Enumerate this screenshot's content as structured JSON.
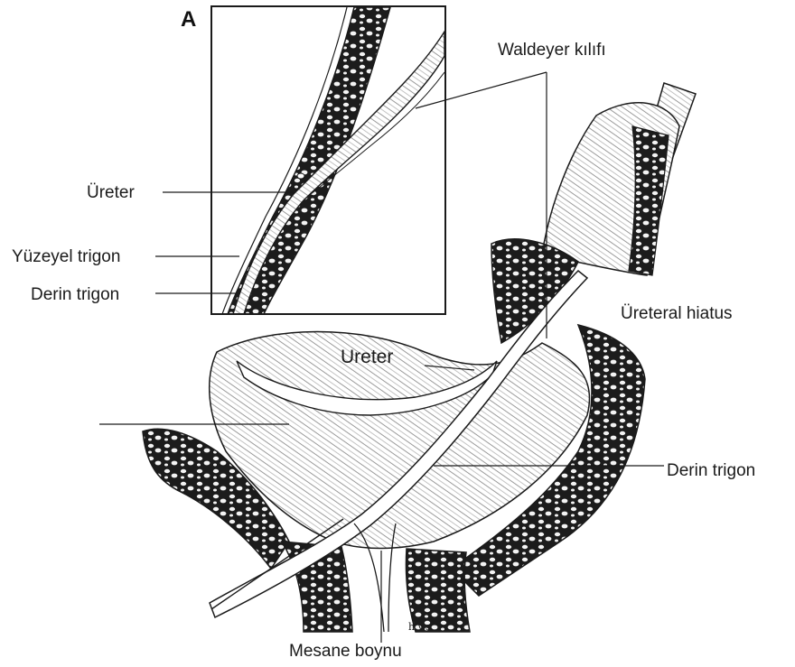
{
  "figure": {
    "panel_letter": "A",
    "labels": {
      "waldeyer": "Waldeyer kılıfı",
      "ureter_inset": "Üreter",
      "superficial_trigone": "Yüzeyel trigon",
      "deep_trigone_inset": "Derin trigon",
      "ureteral_hiatus": "Üreteral hiatus",
      "ureter_main": "Ureter",
      "deep_trigone_main": "Derin trigon",
      "bladder_neck": "Mesane boynu"
    },
    "signature": "h.v.s."
  },
  "colors": {
    "ink": "#1a1a1a",
    "paper": "#ffffff"
  }
}
